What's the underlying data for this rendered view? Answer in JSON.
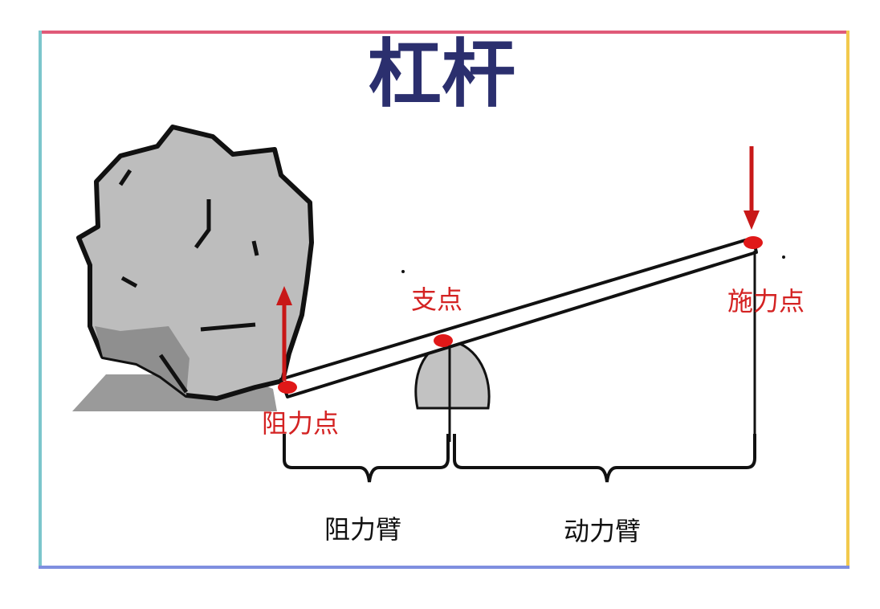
{
  "title": "杠杆",
  "labels": {
    "fulcrum": "支点",
    "effort_point": "施力点",
    "load_point": "阻力点",
    "resistance_arm": "阻力臂",
    "effort_arm": "动力臂"
  },
  "colors": {
    "title": "#2b2f6e",
    "label_red": "#d42222",
    "arrow": "#c81818",
    "frame_top": "#e05a78",
    "frame_left": "#7cc6cc",
    "frame_right": "#f2c94c",
    "frame_bottom": "#7f8fe0",
    "rock": "#b9b9b9",
    "rock_shadow": "#8c8c8c",
    "ground_shadow": "#9a9a9a"
  }
}
